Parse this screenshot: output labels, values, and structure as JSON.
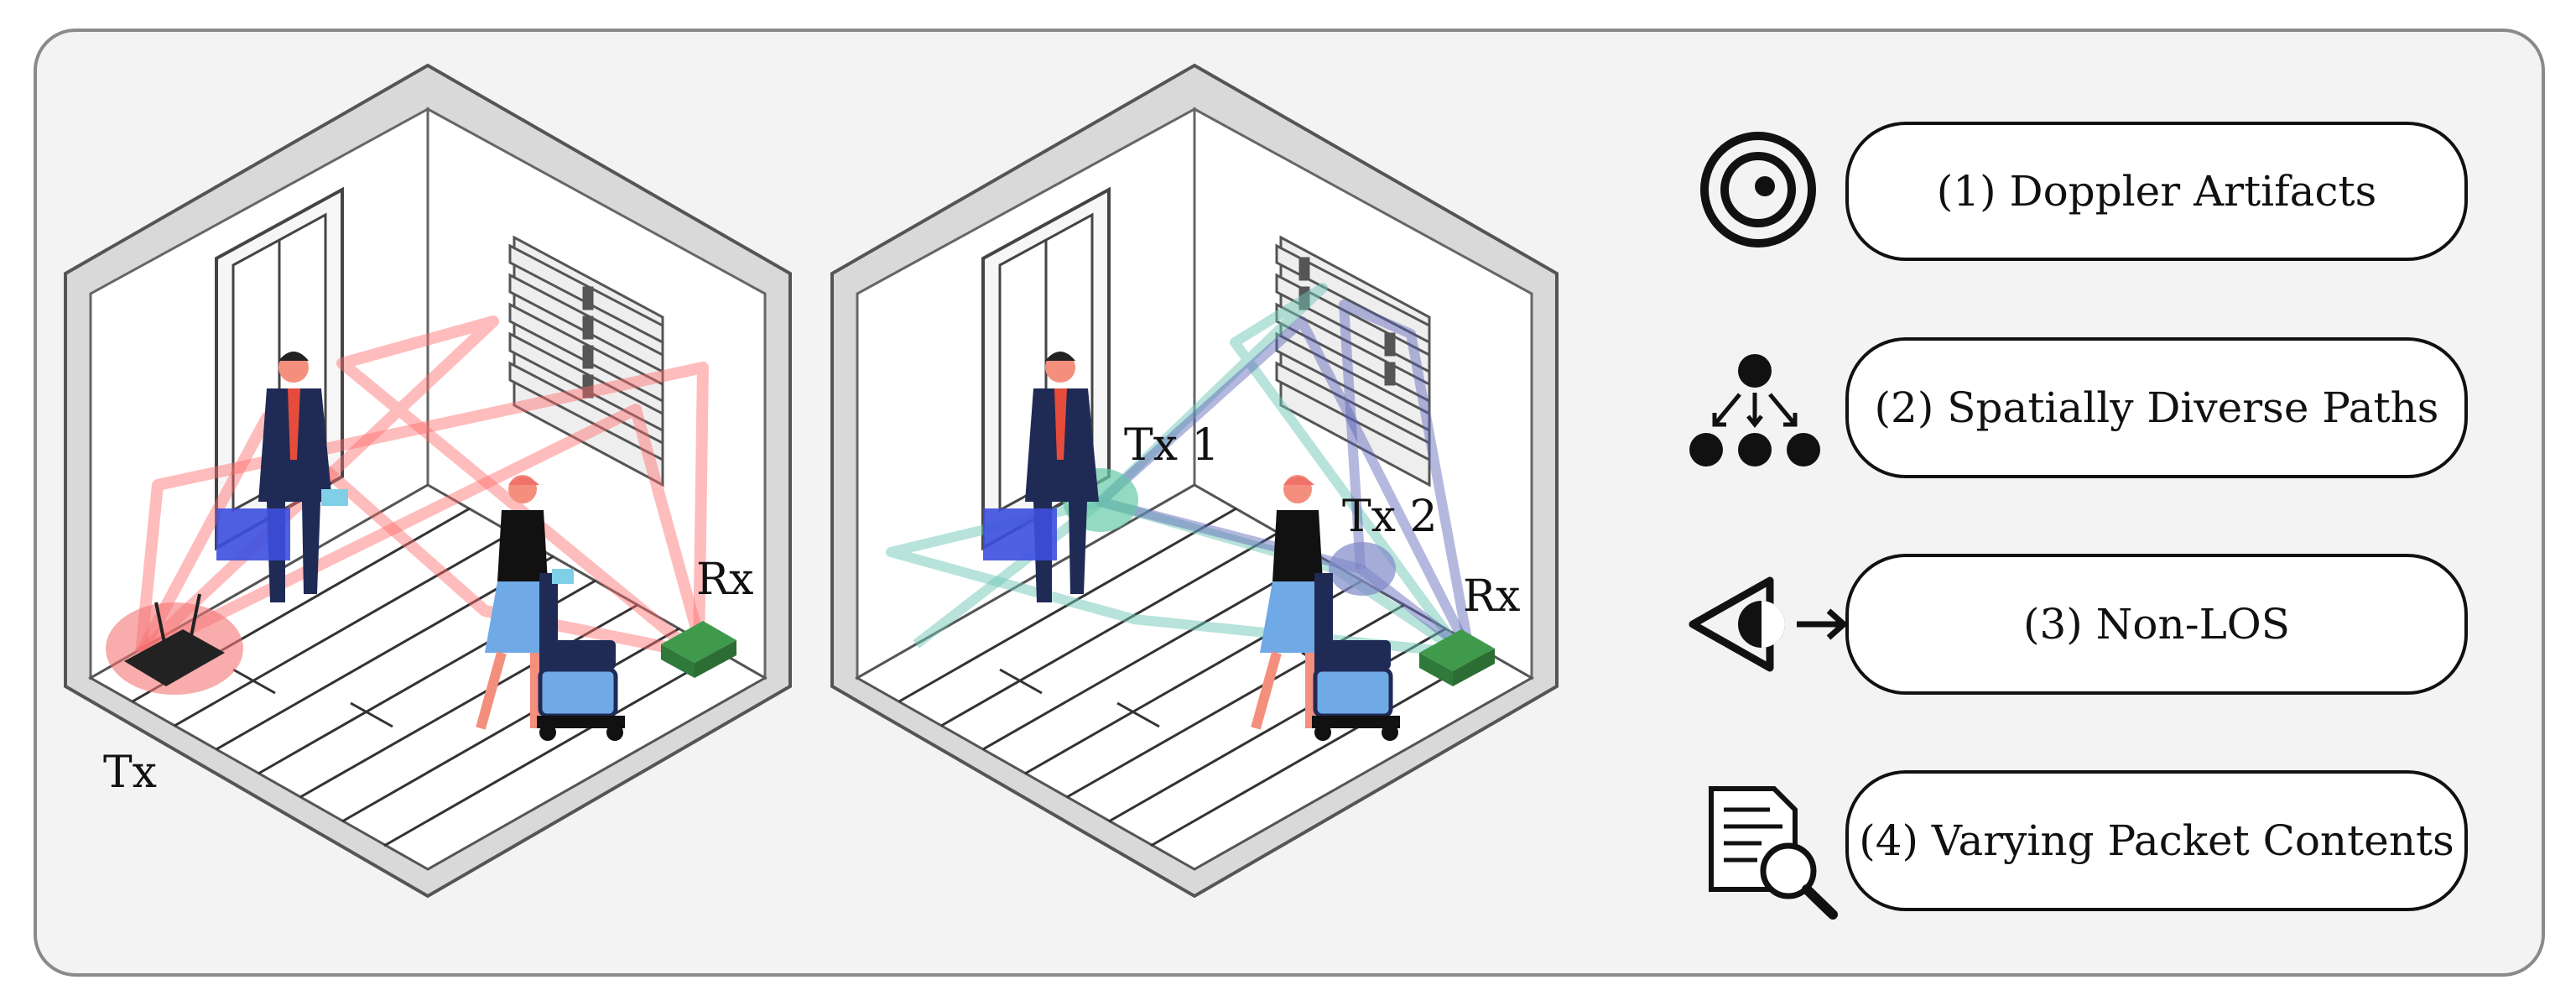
{
  "colors": {
    "panel_bg": "#f3f3f3",
    "panel_border": "#8a8a8a",
    "wall": "#ffffff",
    "wall_frame": "#d9d9d9",
    "floor": "#ffffff",
    "signal_red": "#ff6b6b",
    "signal_teal": "#6fc7b8",
    "signal_navy": "#5a62b5",
    "tx_red_glow": "#f47474",
    "tx_teal_glow": "#66c9a8",
    "tx_blue_glow": "#7f89c8",
    "briefcase": "#3d4fe0",
    "suit": "#1f2a55",
    "skirt": "#6fa9e6",
    "skin": "#f48f7e",
    "board_green": "#3f9a4c",
    "icon": "#111111"
  },
  "rooms": [
    {
      "id": "single-tx",
      "labels": {
        "tx": "Tx",
        "rx": "Rx"
      }
    },
    {
      "id": "dual-tx",
      "labels": {
        "tx1": "Tx 1",
        "tx2": "Tx 2",
        "rx": "Rx"
      }
    }
  ],
  "challenges": [
    {
      "label": "(1) Doppler Artifacts",
      "icon": "target-icon"
    },
    {
      "label": "(2) Spatially Diverse Paths",
      "icon": "branching-paths-icon"
    },
    {
      "label": "(3) Non-LOS",
      "icon": "eye-arrow-icon"
    },
    {
      "label": "(4) Varying Packet Contents",
      "icon": "document-search-icon"
    }
  ]
}
